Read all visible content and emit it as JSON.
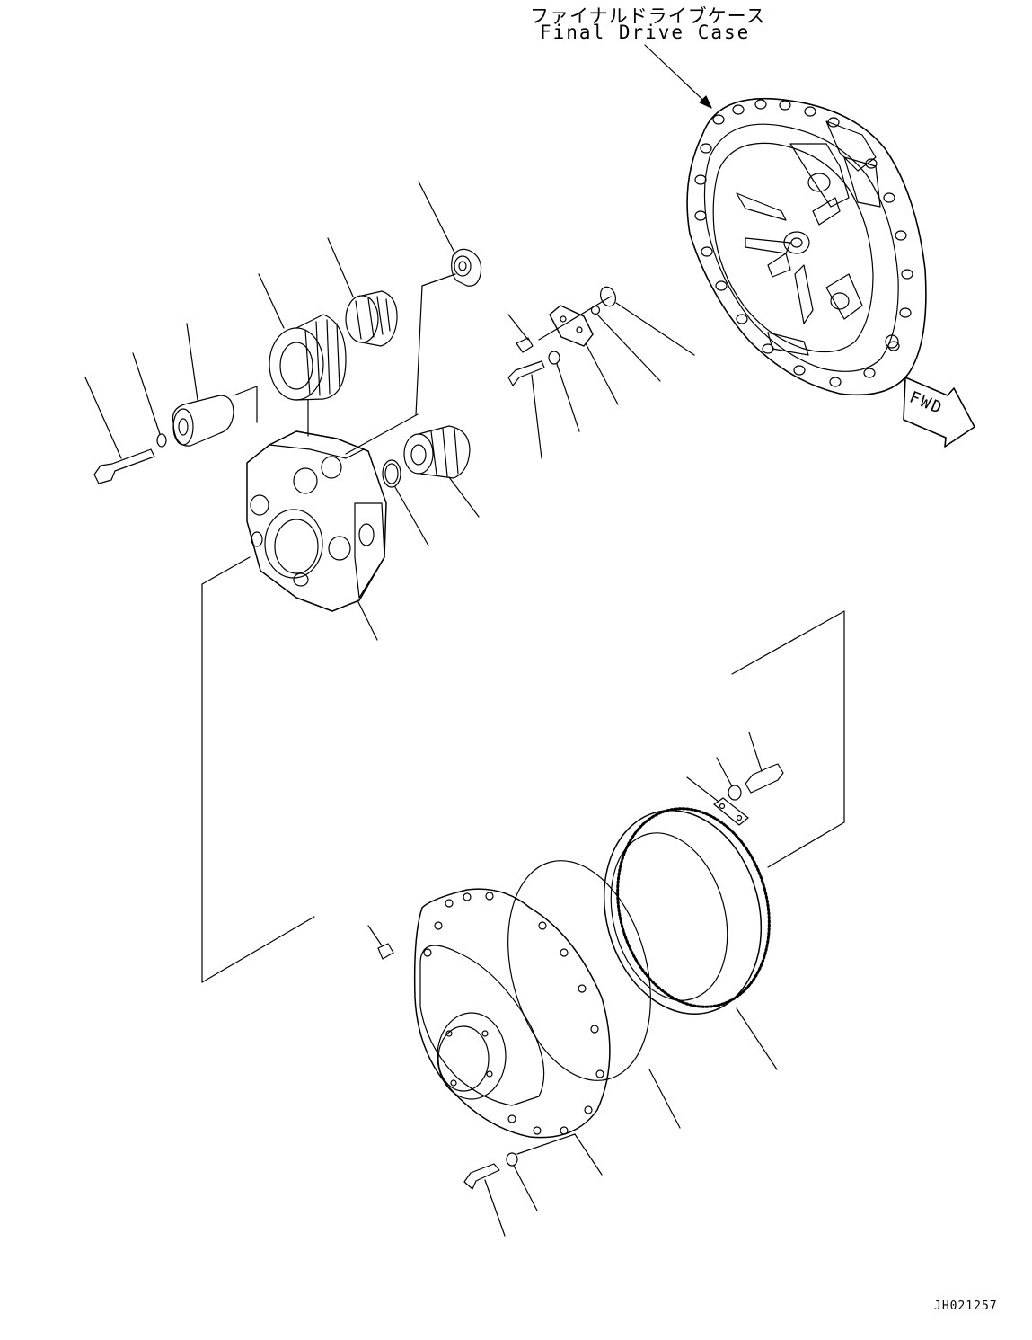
{
  "title": {
    "japanese": "ファイナルドライブケース",
    "english": "Final Drive Case"
  },
  "direction_label": "FWD",
  "drawing_number": "JH021257"
}
